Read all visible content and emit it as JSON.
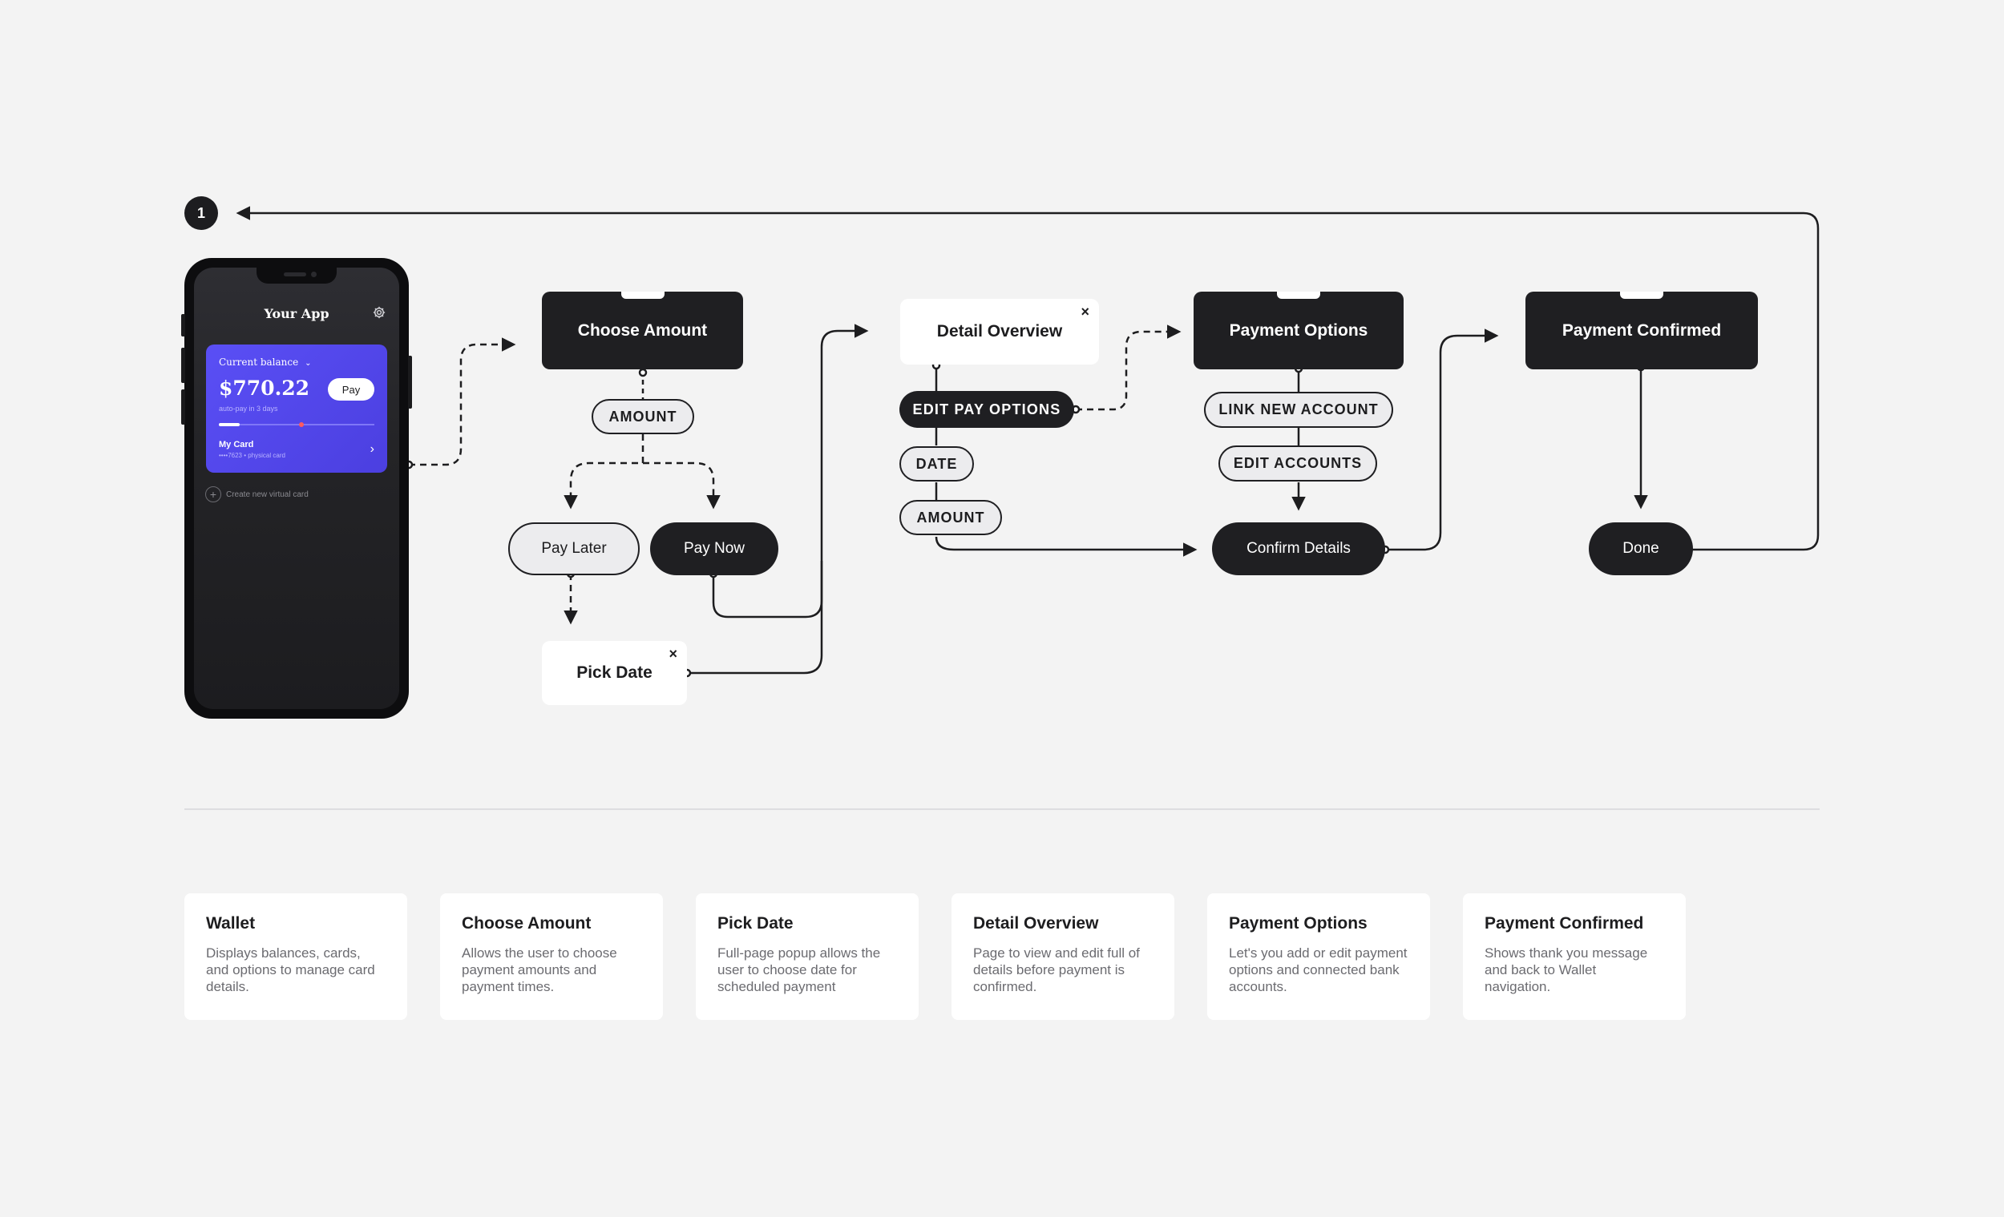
{
  "step_marker": "1",
  "wallet": {
    "app_title": "Your App",
    "balance_label": "Current balance",
    "balance_amount": "$770.22",
    "autopay_text": "auto-pay in 3 days",
    "pay_button": "Pay",
    "card_name": "My Card",
    "card_details": "••••7623 • physical card",
    "create_card": "Create new virtual card"
  },
  "screens": {
    "choose_amount": "Choose Amount",
    "pick_date": "Pick Date",
    "detail_overview": "Detail Overview",
    "payment_options": "Payment Options",
    "payment_confirmed": "Payment Confirmed"
  },
  "close_glyph": "×",
  "pills": {
    "amount": "AMOUNT",
    "pay_later": "Pay Later",
    "pay_now": "Pay Now",
    "edit_pay_options": "EDIT PAY OPTIONS",
    "date": "DATE",
    "amount_detail": "AMOUNT",
    "link_new_account": "LINK NEW ACCOUNT",
    "edit_accounts": "EDIT ACCOUNTS",
    "confirm_details": "Confirm Details",
    "done": "Done"
  },
  "descriptions": [
    {
      "title": "Wallet",
      "text": "Displays balances, cards, and options to manage card details."
    },
    {
      "title": "Choose Amount",
      "text": "Allows the user to choose payment amounts and payment times."
    },
    {
      "title": "Pick Date",
      "text": "Full-page popup allows the user to choose date for scheduled payment"
    },
    {
      "title": "Detail Overview",
      "text": "Page to view and edit full of details before payment is confirmed."
    },
    {
      "title": "Payment Options",
      "text": "Let's you add or edit payment options and connected bank accounts."
    },
    {
      "title": "Payment Confirmed",
      "text": "Shows thank you message and back to Wallet navigation."
    }
  ],
  "colors": {
    "background": "#f3f3f3",
    "node_dark": "#1f1f22",
    "card_accent": "#5a4ff5",
    "progress_dot": "#ff5a5f"
  },
  "icons": [
    "gear-icon",
    "chevron-down-icon",
    "chevron-right-icon",
    "plus-icon",
    "close-icon"
  ]
}
